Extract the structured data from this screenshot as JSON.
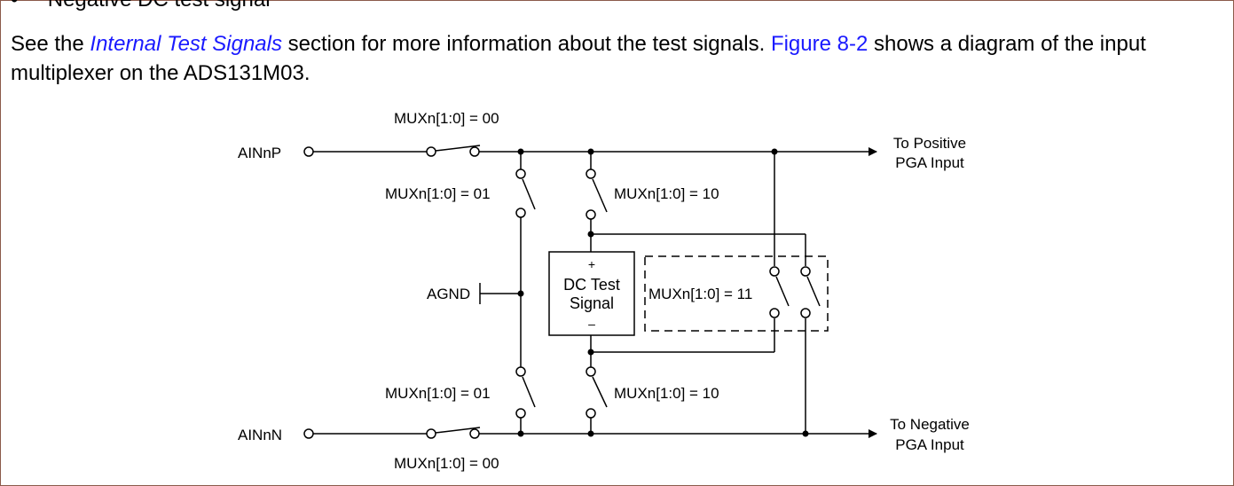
{
  "doc": {
    "cut_bullet": "•",
    "cut_text": "Negative DC test signal",
    "para_lead": "See the ",
    "link_section": "Internal Test Signals",
    "para_mid": " section for more information about the test signals. ",
    "link_figure": "Figure 8-2",
    "para_tail": " shows a diagram of the input multiplexer on the ADS131M03."
  },
  "diagram": {
    "ainp": "AINnP",
    "ainn": "AINnN",
    "agnd": "AGND",
    "mux_top_00": "MUXn[1:0] = 00",
    "mux_bot_00": "MUXn[1:0] = 00",
    "mux_top_01": "MUXn[1:0] = 01",
    "mux_bot_01": "MUXn[1:0] = 01",
    "mux_top_10": "MUXn[1:0] = 10",
    "mux_bot_10": "MUXn[1:0] = 10",
    "mux_11": "MUXn[1:0] = 11",
    "dc_plus": "+",
    "dc_line1": "DC Test",
    "dc_line2": "Signal",
    "dc_minus": "–",
    "out_pos_1": "To Positive",
    "out_pos_2": "PGA Input",
    "out_neg_1": "To Negative",
    "out_neg_2": "PGA Input"
  }
}
